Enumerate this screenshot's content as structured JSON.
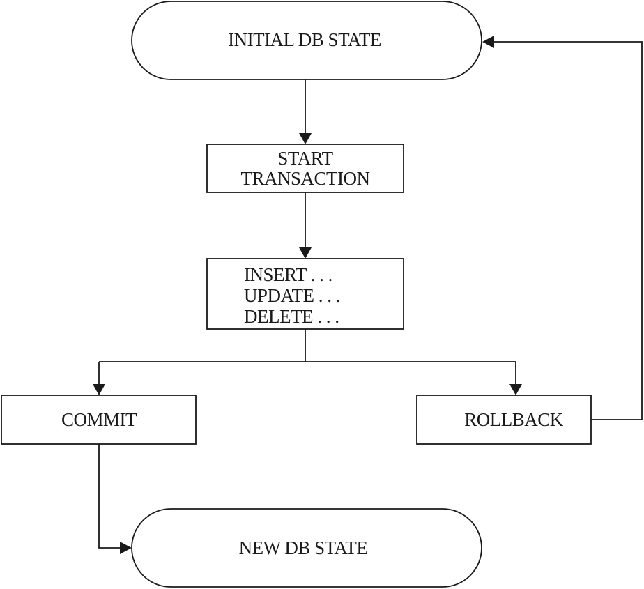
{
  "nodes": {
    "initial_state": {
      "label": "INITIAL DB STATE"
    },
    "start_transaction": {
      "lines": [
        "START",
        "TRANSACTION"
      ]
    },
    "operations": {
      "lines": [
        "INSERT . . .",
        "UPDATE . . .",
        "DELETE . . ."
      ]
    },
    "commit": {
      "label": "COMMIT"
    },
    "rollback": {
      "label": "ROLLBACK"
    },
    "new_state": {
      "label": "NEW DB STATE"
    }
  },
  "colors": {
    "stroke": "#1a1a1a",
    "background": "#ffffff"
  }
}
